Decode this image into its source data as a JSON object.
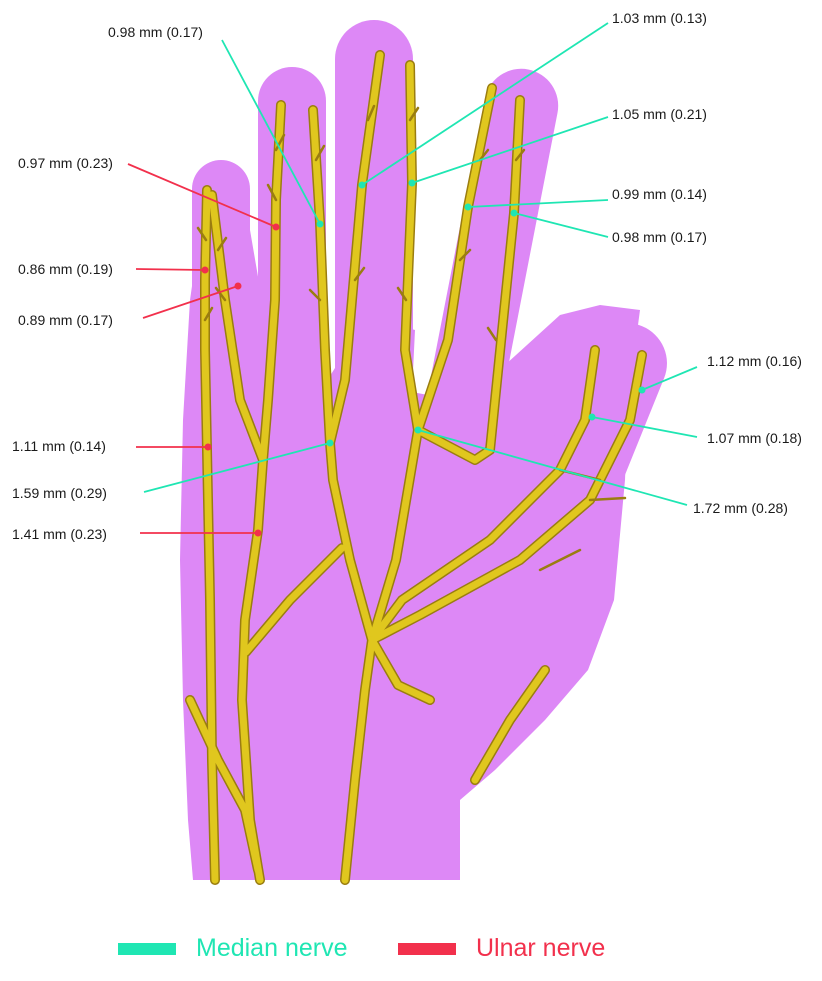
{
  "colors": {
    "hand": "#dd88f6",
    "nerve": "#e0c71e",
    "nerve_edge": "#9a7d10",
    "median": "#1fe6b3",
    "ulnar": "#f2304c"
  },
  "legend": {
    "median_label": "Median nerve",
    "ulnar_label": "Ulnar nerve"
  },
  "annotations": [
    {
      "text": "0.98 mm (0.17)",
      "nerve": "median"
    },
    {
      "text": "1.03 mm (0.13)",
      "nerve": "median"
    },
    {
      "text": "1.05 mm (0.21)",
      "nerve": "median"
    },
    {
      "text": "0.99 mm (0.14)",
      "nerve": "median"
    },
    {
      "text": "0.98 mm (0.17)",
      "nerve": "median"
    },
    {
      "text": "1.12 mm (0.16)",
      "nerve": "median"
    },
    {
      "text": "1.07 mm (0.18)",
      "nerve": "median"
    },
    {
      "text": "1.72 mm (0.28)",
      "nerve": "median"
    },
    {
      "text": "1.59 mm (0.29)",
      "nerve": "median"
    },
    {
      "text": "0.97 mm (0.23)",
      "nerve": "ulnar"
    },
    {
      "text": "0.86 mm (0.19)",
      "nerve": "ulnar"
    },
    {
      "text": "0.89 mm (0.17)",
      "nerve": "ulnar"
    },
    {
      "text": "1.11 mm (0.14)",
      "nerve": "ulnar"
    },
    {
      "text": "1.41 mm (0.23)",
      "nerve": "ulnar"
    }
  ]
}
